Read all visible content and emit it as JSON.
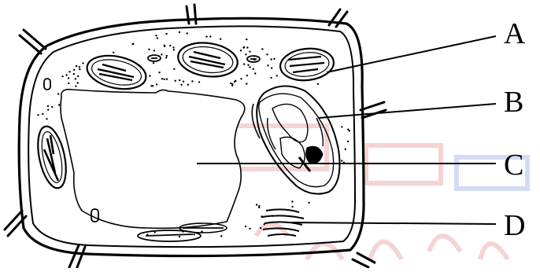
{
  "labels": {
    "a": "A",
    "b": "B",
    "c": "C",
    "d": "D"
  },
  "colors": {
    "ink": "#000000",
    "background": "#ffffff",
    "watermark": "#f3c9c9"
  }
}
